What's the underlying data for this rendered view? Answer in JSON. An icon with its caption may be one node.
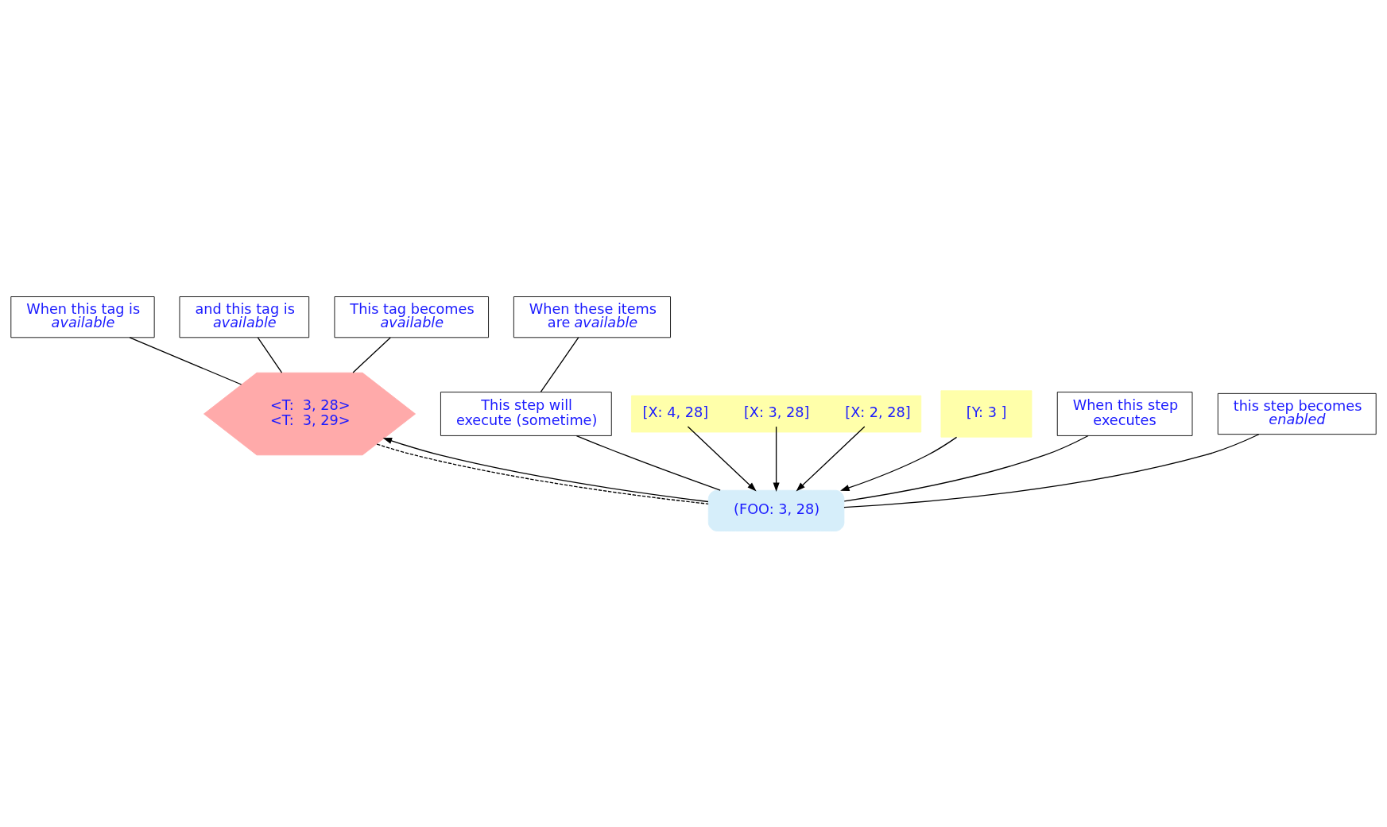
{
  "diagram": {
    "nodes": [
      {
        "text": [
          "When this tag is *available*"
        ]
      },
      {
        "text": [
          "When these items are *available*"
        ]
      },
      {
        "text": [
          "and this tag is *available*"
        ]
      },
      {
        "text": [
          "<T:  3, 28>",
          "<T:  3, 29>"
        ]
      },
      {
        "text": [
          "This step will execute (sometime)"
        ]
      },
      {
        "text": [
          "This tag becomes *available*"
        ]
      },
      {
        "text": [],
        "shape": "box"
      },
      {
        "text": [
          "[X: 2, 28]"
        ],
        "in": 6
      },
      {
        "text": [
          "[X: 3, 28]"
        ],
        "in": 6
      },
      {
        "text": [
          "[X: 4, 28]"
        ],
        "in": 6
      },
      {
        "text": [
          "(FOO: 3, 28)"
        ]
      },
      {
        "text": [
          "[Y: 3 ]"
        ]
      },
      {
        "text": [
          "When this step executes"
        ]
      },
      {
        "text": [
          "this step becomes *enabled*"
        ]
      }
    ],
    "edges": [
      {
        "from": 0,
        "to": 3,
        "arrow": "none"
      },
      {
        "from": 2,
        "to": 3,
        "arrow": "none"
      },
      {
        "from": 1,
        "to": 4,
        "arrow": "none"
      },
      {
        "from": 4,
        "to": 10,
        "arrow": "none"
      },
      {
        "from": 5,
        "to": 3,
        "arrow": "none"
      },
      {
        "from": 3,
        "to": 10,
        "arrow": "none",
        "style": "dashed"
      },
      {
        "from": 7,
        "to": 10,
        "arrow": "to"
      },
      {
        "from": 8,
        "to": 10,
        "arrow": "to"
      },
      {
        "from": 9,
        "to": 10,
        "arrow": "to"
      },
      {
        "from": 11,
        "to": 10,
        "arrow": "to"
      },
      {
        "from": 10,
        "to": 3,
        "arrow": "to"
      },
      {
        "from": 12,
        "to": 10,
        "arrow": "none"
      },
      {
        "from": 13,
        "to": 10,
        "arrow": "none"
      }
    ]
  }
}
